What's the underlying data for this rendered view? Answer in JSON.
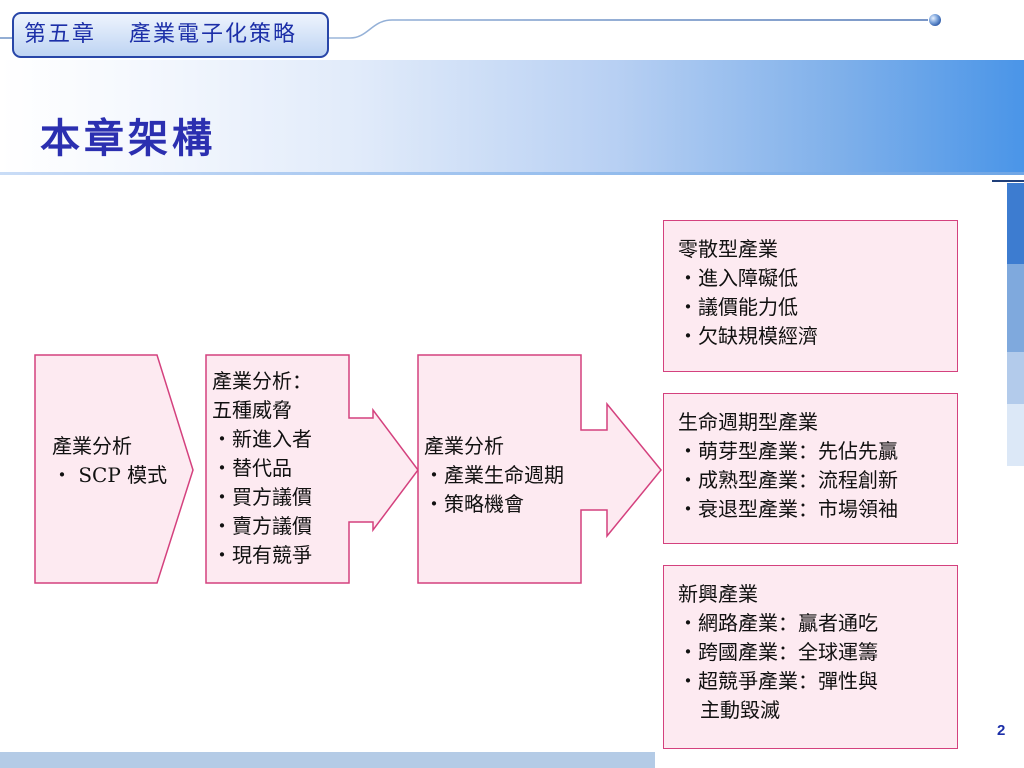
{
  "header": {
    "chapter": "第五章　 產業電子化策略",
    "title": "本章架構"
  },
  "page_number": "2",
  "colors": {
    "accent": "#2b2fb0",
    "box_fill": "#fdeaf1",
    "box_border": "#d4417e",
    "header_gradient_end": "#4a95e8"
  },
  "diagram": {
    "step1": {
      "heading": "產業分析",
      "items": [
        "・ SCP 模式"
      ]
    },
    "step2": {
      "heading_line1": "產業分析：",
      "heading_line2": "五種威脅",
      "items": [
        "・新進入者",
        "・替代品",
        "・買方議價",
        "・賣方議價",
        "・現有競爭"
      ]
    },
    "step3": {
      "heading": "產業分析",
      "items": [
        "・產業生命週期",
        "・策略機會"
      ]
    },
    "box_fragmented": {
      "heading": "零散型產業",
      "items": [
        "・進入障礙低",
        "・議價能力低",
        "・欠缺規模經濟"
      ]
    },
    "box_lifecycle": {
      "heading": "生命週期型產業",
      "items": [
        "・萌芽型產業：先佔先贏",
        "・成熟型產業：流程創新",
        "・衰退型產業：市場領袖"
      ]
    },
    "box_emerging": {
      "heading": "新興產業",
      "items": [
        "・網路產業：贏者通吃",
        "・跨國產業：全球運籌",
        "・超競爭產業：彈性與",
        "主動毀滅"
      ]
    }
  }
}
